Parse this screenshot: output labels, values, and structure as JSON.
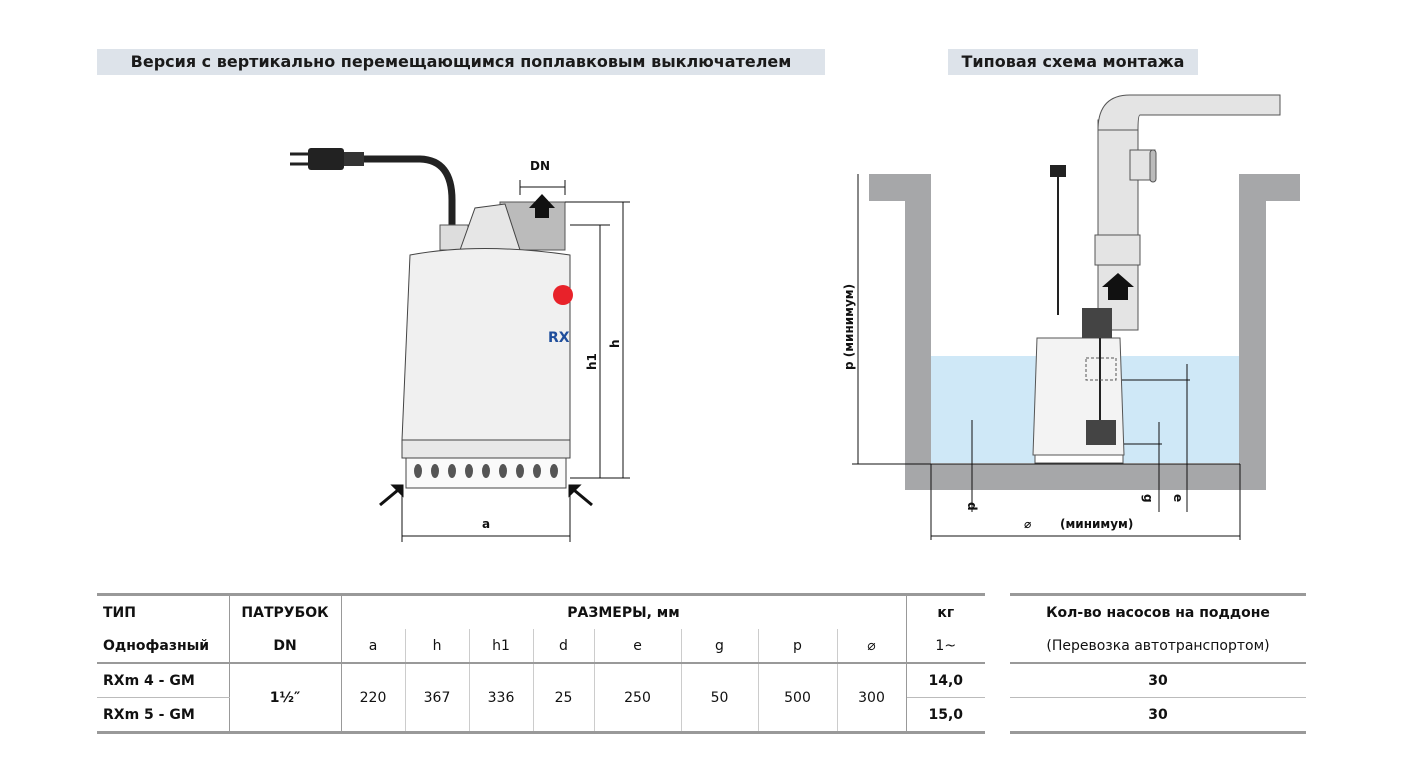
{
  "headers": {
    "left_title": "Версия с вертикально перемещающимся поплавковым выключателем",
    "right_title": "Типовая схема монтажа"
  },
  "pump_drawing": {
    "labels": {
      "dn": "DN",
      "h1": "h1",
      "h": "h",
      "a": "a"
    }
  },
  "install_drawing": {
    "labels": {
      "p": "p (минимум)",
      "d": "d",
      "g": "g",
      "e": "e",
      "diam": "⌀",
      "diam_min": "(минимум)"
    }
  },
  "table": {
    "head1": {
      "type": "ТИП",
      "port": "ПАТРУБОК",
      "dims": "РАЗМЕРЫ, мм",
      "kg": "кг"
    },
    "head2": {
      "type": "Однофазный",
      "port": "DN",
      "cols": [
        "a",
        "h",
        "h1",
        "d",
        "e",
        "g",
        "p",
        "⌀"
      ],
      "kg": "1~"
    },
    "rows": [
      {
        "model": "RXm 4 - GM",
        "weight": "14,0"
      },
      {
        "model": "RXm 5 - GM",
        "weight": "15,0"
      }
    ],
    "shared": {
      "dn": "1½″",
      "values": [
        "220",
        "367",
        "336",
        "25",
        "250",
        "50",
        "500",
        "300"
      ]
    }
  },
  "pallet_table": {
    "header": "Кол-во насосов на поддоне",
    "subheader": "(Перевозка автотранспортом)",
    "values": [
      "30",
      "30"
    ]
  },
  "colors": {
    "header_bg": "#dde3ea",
    "water": "#cfe8f7",
    "wall": "#a6a7a9",
    "brand_red": "#e8222a"
  }
}
